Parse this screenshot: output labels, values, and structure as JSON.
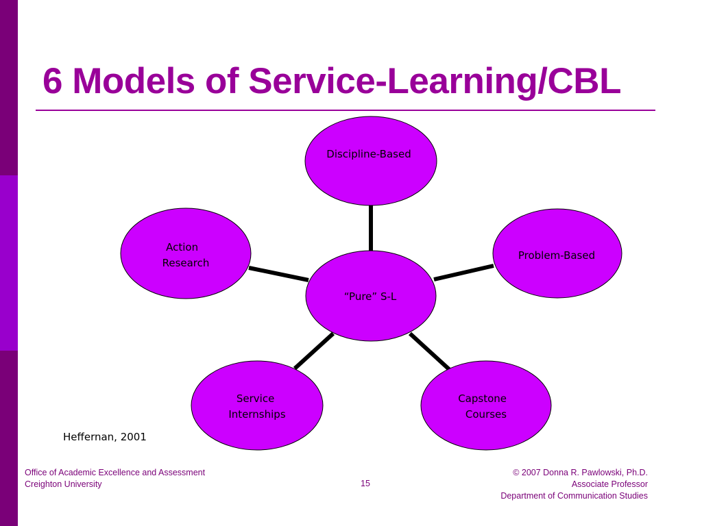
{
  "slide": {
    "title": "6 Models of Service-Learning/CBL",
    "citation": "Heffernan, 2001",
    "colors": {
      "accent": "#990099",
      "node_fill": "#cc00ff",
      "side_bar_dark": "#7a0078",
      "side_bar_light": "#9900cc"
    }
  },
  "diagram": {
    "center": {
      "label": "“Pure” S-L"
    },
    "nodes": [
      {
        "id": "discipline",
        "lines": [
          "Discipline-Based"
        ]
      },
      {
        "id": "problem",
        "lines": [
          "Problem-Based"
        ]
      },
      {
        "id": "capstone",
        "lines": [
          "Capstone",
          "Courses"
        ]
      },
      {
        "id": "internships",
        "lines": [
          "Service",
          "Internships"
        ]
      },
      {
        "id": "action",
        "lines": [
          "Action",
          "Research"
        ]
      }
    ]
  },
  "footer": {
    "left_line1": "Office of Academic Excellence and Assessment",
    "left_line2": "Creighton University",
    "page_number": "15",
    "right_line1": "© 2007 Donna R. Pawlowski, Ph.D.",
    "right_line2": "Associate Professor",
    "right_line3": "Department of Communication Studies"
  }
}
